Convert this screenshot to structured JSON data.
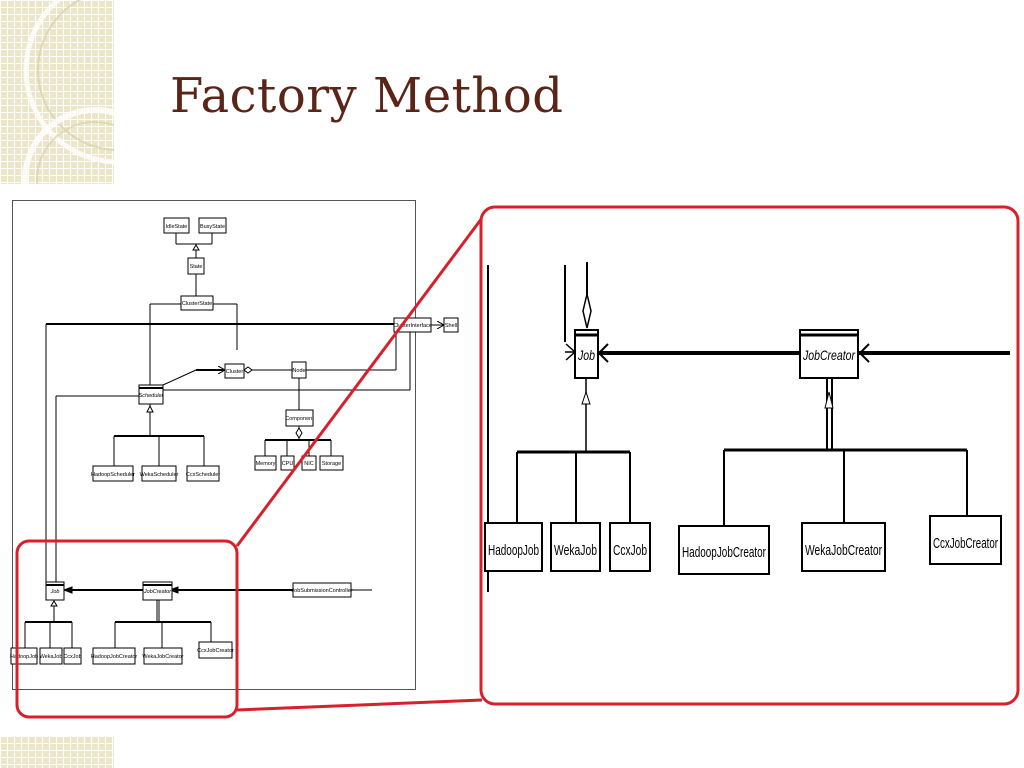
{
  "slide": {
    "title": "Factory Method"
  },
  "overview": {
    "classes": {
      "idle_state": "IdleState",
      "busy_state": "BusyState",
      "state": "State",
      "cluster_state": "ClusterState",
      "cluster_interface": "ClusterInterface",
      "shell": "Shell",
      "cluster": "Cluster",
      "node": "Node",
      "scheduler": "Scheduler",
      "component": "Component",
      "hadoop_scheduler": "HadoopScheduler",
      "weka_scheduler": "WekaScheduler",
      "ccx_scheduler": "CcxScheduler",
      "memory": "Memory",
      "cpu": "CPU",
      "nic": "NIC",
      "storage": "Storage",
      "job": "Job",
      "job_creator": "JobCreator",
      "job_submission_controller": "JobSubmissionController",
      "hadoop_job": "HadoopJob",
      "weka_job": "WekaJob",
      "ccx_job": "CcxJob",
      "hadoop_job_creator": "HadoopJobCreator",
      "weka_job_creator": "WekaJobCreator",
      "ccx_job_creator": "CcxJobCreator"
    }
  },
  "zoom": {
    "classes": {
      "job": "Job",
      "job_creator": "JobCreator",
      "hadoop_job": "HadoopJob",
      "weka_job": "WekaJob",
      "ccx_job": "CcxJob",
      "hadoop_job_creator": "HadoopJobCreator",
      "weka_job_creator": "WekaJobCreator",
      "ccx_job_creator": "CcxJobCreator"
    }
  },
  "colors": {
    "title": "#5a2417",
    "highlight": "#d8202a",
    "deco": "#ece6c8"
  }
}
